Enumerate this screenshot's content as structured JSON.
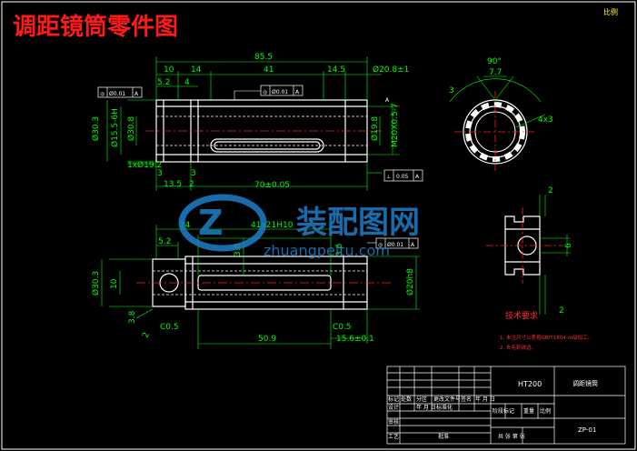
{
  "title": "调距镜筒零件图",
  "corner_note": "比例",
  "dims": {
    "d85_5": "85.5",
    "d10": "10",
    "d14": "14",
    "d41": "41",
    "d14_5": "14.5",
    "d5_2": "5.2",
    "d4": "4",
    "d3_a": "3",
    "d3_b": "3",
    "d13_5": "13.5",
    "d2_a": "2",
    "d70": "70±0.05",
    "d_phi0_8": "Ø20.8±1",
    "v1": "Ø30.3",
    "v2": "Ø15.5-6H",
    "v3": "Ø30.8",
    "v4": "Ø19.8",
    "v5": "M20X0.5-7",
    "d_1x19_2": "1xØ19.2",
    "ang90": "90°",
    "d7_7": "7.7",
    "d3_c": "3",
    "d4_3": "4x3",
    "d24": "24",
    "d41x21": "41x21H10",
    "d5_2b": "5.2",
    "d3_8": "3.8",
    "d3_6": "3.6",
    "v6": "Ø30.3",
    "v7": "10",
    "v8": "Ø20h8",
    "d3_8b": "3.8",
    "d2_b": "2",
    "c0_5a": "C0.5",
    "c0_5b": "C0.5",
    "d50_9": "50.9",
    "d15_6": "15.6±0.1",
    "side_6": "6",
    "side_2a": "2",
    "side_2b": "2"
  },
  "tolerances": {
    "t1_sym": "◎",
    "t1_val": "Ø0.01",
    "t1_ref": "A",
    "t2_sym": "◎",
    "t2_val": "Ø0.01",
    "t2_ref": "A",
    "t3_sym": "⊥",
    "t3_val": "0.05",
    "t3_ref": "A",
    "t4_sym": "◎",
    "t4_val": "Ø0.01",
    "t4_ref": "A",
    "datum_a": "A"
  },
  "watermark": {
    "main": "装配图网",
    "sub": "zhuangpeitu.com"
  },
  "tech": {
    "heading": "技术要求",
    "line1": "1. 未注尺寸公差按GB/T1804-m级加工。",
    "line2": "2. 去毛刺锐边。"
  },
  "title_block": {
    "material": "HT200",
    "part_name": "调距镜筒",
    "drawing_no": "ZP-01",
    "row_labels": [
      "标记",
      "处数",
      "分区",
      "更改文件号",
      "签名",
      "年 月 日"
    ],
    "row2": [
      "设计",
      "年 月 日",
      "标准化"
    ],
    "stage": [
      "阶段标记",
      "重量",
      "比例"
    ],
    "audit": "审核",
    "process": "工艺",
    "approve": "批准",
    "sheet": "共 张  第 张"
  },
  "colors": {
    "bg": "#000000",
    "outline": "#ffffff",
    "dim": "#00ff00",
    "center": "#ff2020",
    "title": "#ff1a1a",
    "hatch": "#ffff00"
  }
}
